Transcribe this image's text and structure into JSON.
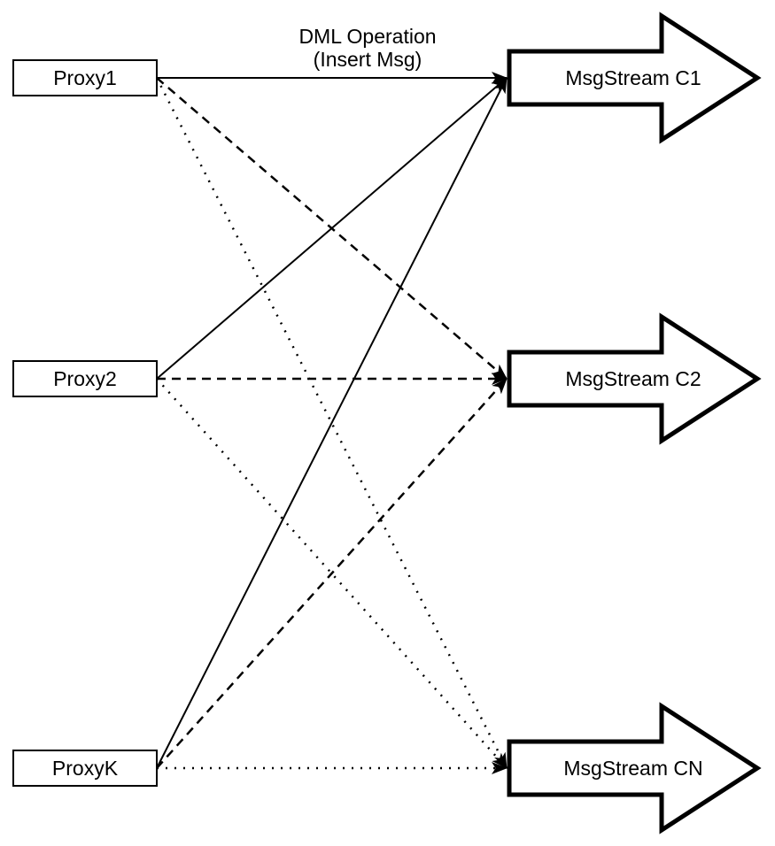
{
  "diagram": {
    "background_color": "#ffffff",
    "line_color": "#000000",
    "node_fill_color": "#ffffff",
    "annotation": {
      "line1": "DML Operation",
      "line2": "(Insert Msg)"
    },
    "proxies": [
      {
        "id": "proxy1",
        "label": "Proxy1"
      },
      {
        "id": "proxy2",
        "label": "Proxy2"
      },
      {
        "id": "proxyk",
        "label": "ProxyK"
      }
    ],
    "streams": [
      {
        "id": "c1",
        "label": "MsgStream C1"
      },
      {
        "id": "c2",
        "label": "MsgStream C2"
      },
      {
        "id": "cn",
        "label": "MsgStream CN"
      }
    ],
    "edges": [
      {
        "from": "proxy1",
        "to": "c1",
        "style": "solid"
      },
      {
        "from": "proxy1",
        "to": "c2",
        "style": "dashed"
      },
      {
        "from": "proxy1",
        "to": "cn",
        "style": "dotted"
      },
      {
        "from": "proxy2",
        "to": "c1",
        "style": "solid"
      },
      {
        "from": "proxy2",
        "to": "c2",
        "style": "dashed"
      },
      {
        "from": "proxy2",
        "to": "cn",
        "style": "dotted"
      },
      {
        "from": "proxyk",
        "to": "c1",
        "style": "solid"
      },
      {
        "from": "proxyk",
        "to": "c2",
        "style": "dashed"
      },
      {
        "from": "proxyk",
        "to": "cn",
        "style": "dotted"
      }
    ]
  }
}
